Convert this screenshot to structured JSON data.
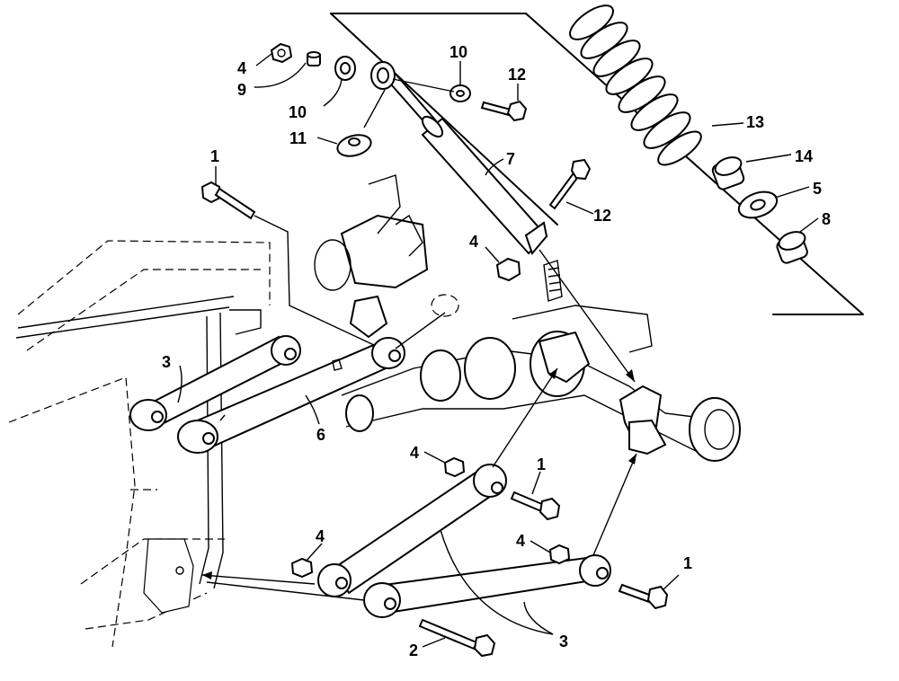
{
  "diagram": {
    "kind": "exploded parts diagram",
    "colors": {
      "ink": "#000000",
      "paper": "#ffffff"
    },
    "callouts": [
      {
        "id": "c4a",
        "text": "4"
      },
      {
        "id": "c9",
        "text": "9"
      },
      {
        "id": "c10a",
        "text": "10"
      },
      {
        "id": "c10b",
        "text": "10"
      },
      {
        "id": "c12a",
        "text": "12"
      },
      {
        "id": "c11",
        "text": "11"
      },
      {
        "id": "c13",
        "text": "13"
      },
      {
        "id": "c1a",
        "text": "1"
      },
      {
        "id": "c7",
        "text": "7"
      },
      {
        "id": "c14",
        "text": "14"
      },
      {
        "id": "c5",
        "text": "5"
      },
      {
        "id": "c8",
        "text": "8"
      },
      {
        "id": "c12b",
        "text": "12"
      },
      {
        "id": "c4b",
        "text": "4"
      },
      {
        "id": "c3a",
        "text": "3"
      },
      {
        "id": "c6",
        "text": "6"
      },
      {
        "id": "c4c",
        "text": "4"
      },
      {
        "id": "c1b",
        "text": "1"
      },
      {
        "id": "c4d",
        "text": "4"
      },
      {
        "id": "c4e",
        "text": "4"
      },
      {
        "id": "c1c",
        "text": "1"
      },
      {
        "id": "c2",
        "text": "2"
      },
      {
        "id": "c3b",
        "text": "3"
      }
    ]
  }
}
